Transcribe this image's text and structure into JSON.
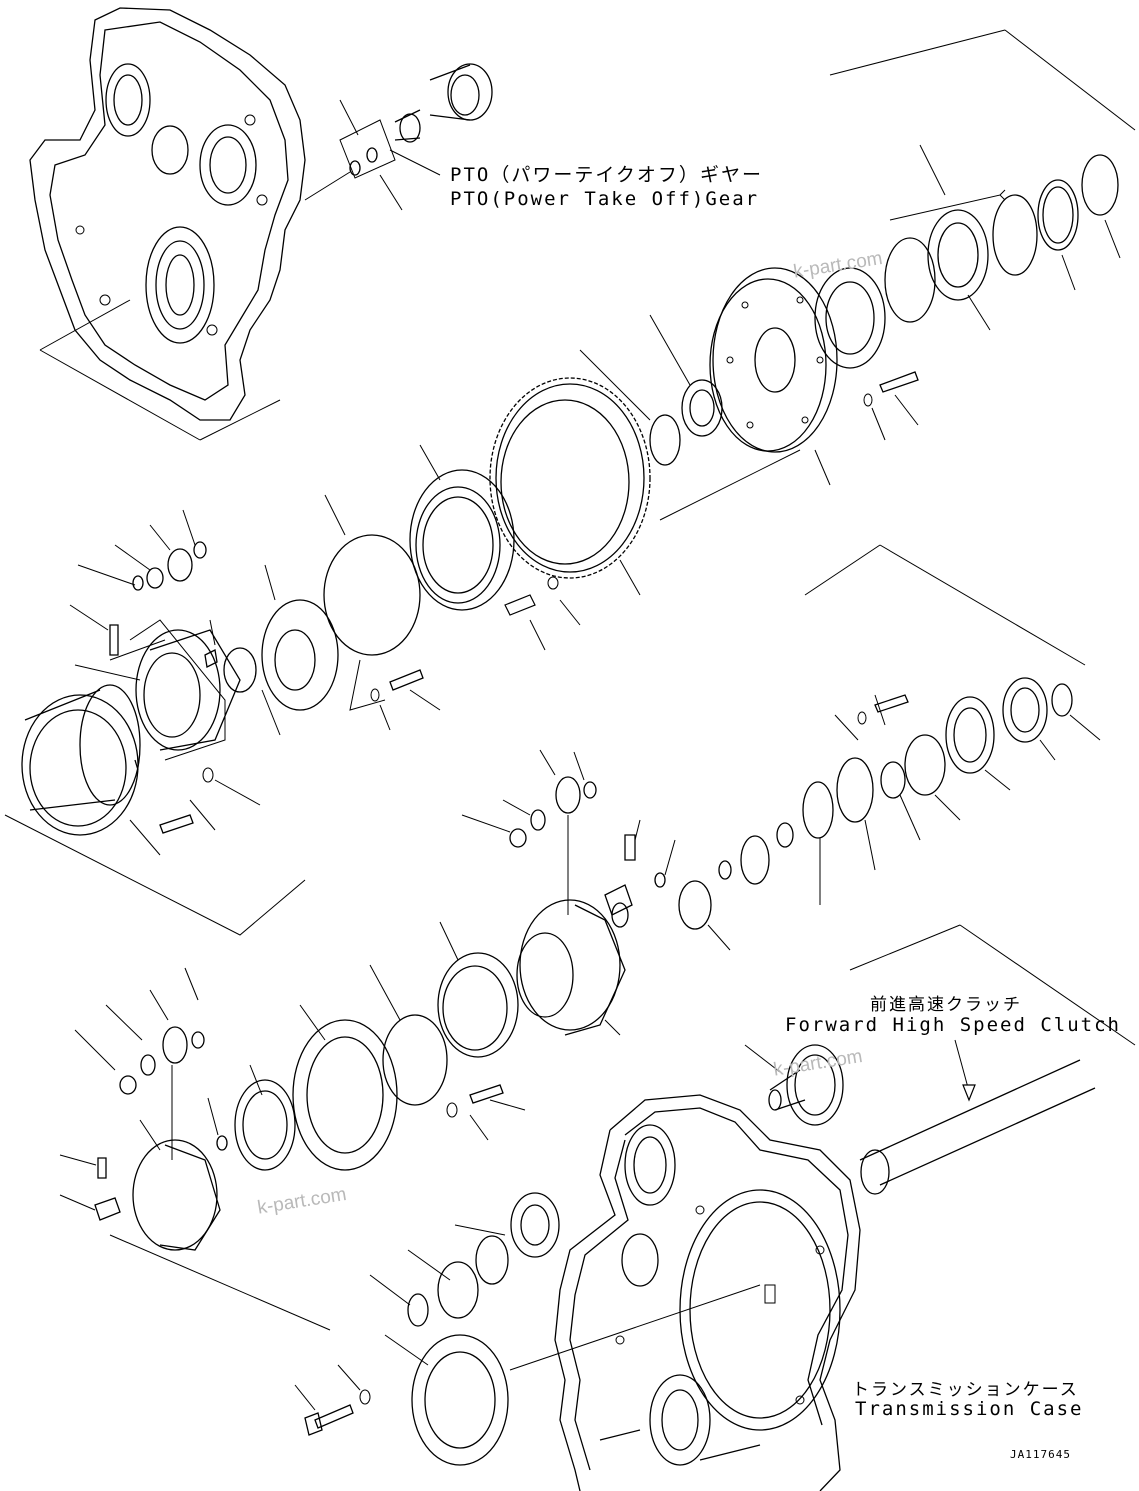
{
  "labels": {
    "pto_jp": "PTO（パワーテイクオフ）ギヤー",
    "pto_en": "PTO(Power Take Off)Gear",
    "fwd_jp": "前進高速クラッチ",
    "fwd_en": "Forward High Speed Clutch",
    "trans_jp": "トランスミッションケース",
    "trans_en": "Transmission Case"
  },
  "watermarks": [
    "k-part.com",
    "k-part.com",
    "k-part.com"
  ],
  "drawing_code": "JA117645"
}
